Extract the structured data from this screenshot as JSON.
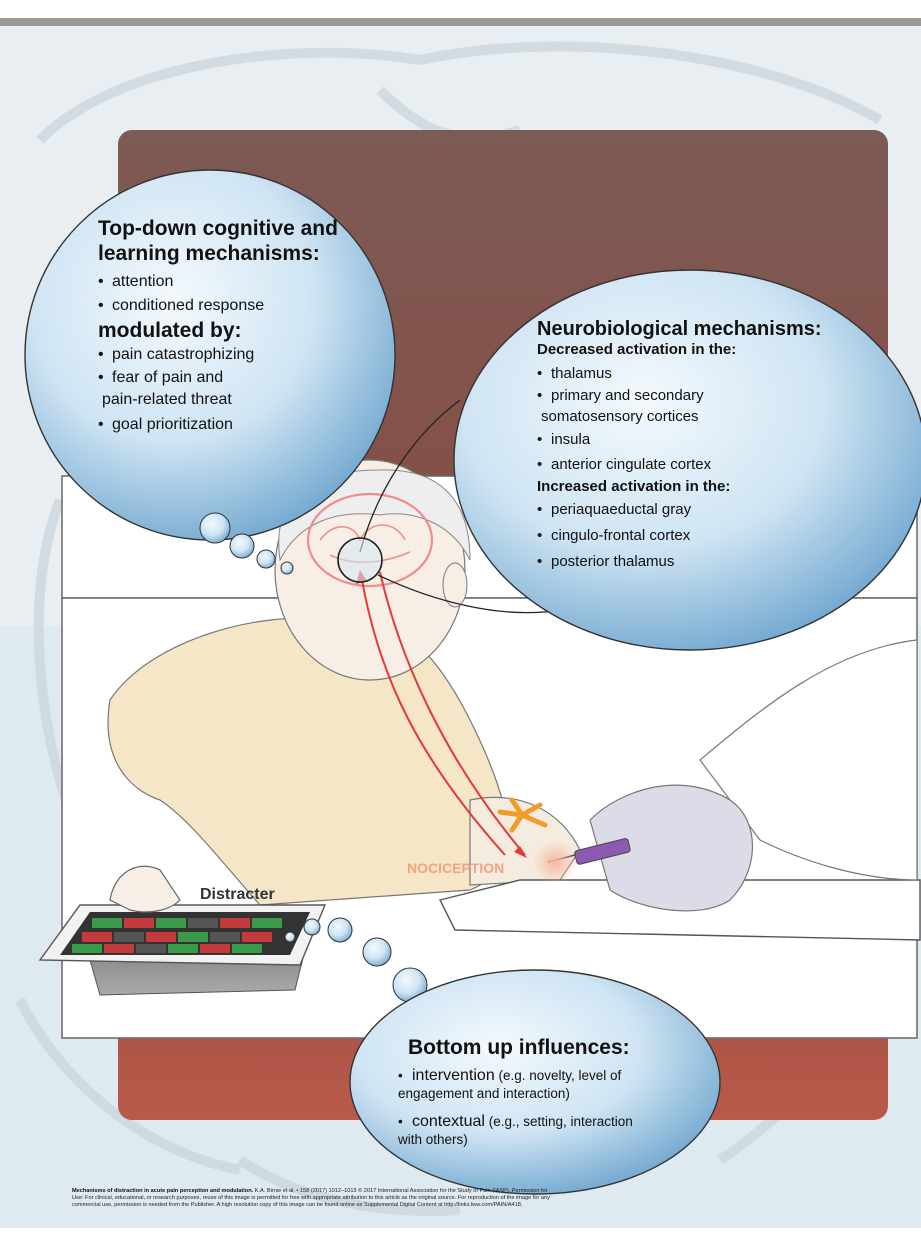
{
  "top_bubble": {
    "title_line1": "Top-down cognitive and",
    "title_line2": "learning mechanisms:",
    "items": [
      "attention",
      "conditioned response"
    ],
    "subtitle": "modulated by:",
    "sub_items": [
      "pain catastrophizing",
      "fear of pain and",
      "pain-related threat",
      "goal prioritization"
    ]
  },
  "neuro_bubble": {
    "title": "Neurobiological mechanisms:",
    "decreased_heading": "Decreased activation in the:",
    "decreased_items": [
      "thalamus",
      "primary and secondary",
      "somatosensory cortices",
      "insula",
      "anterior cingulate cortex"
    ],
    "increased_heading": "Increased activation in the:",
    "increased_items": [
      "periaquaeductal gray",
      "cingulo-frontal cortex",
      "posterior thalamus"
    ]
  },
  "bottom_bubble": {
    "title": "Bottom up influences:",
    "item1_main": "intervention",
    "item1_detail": "(e.g. novelty, level of",
    "item1_line2": "engagement and interaction)",
    "item2_main": "contextual",
    "item2_detail": "(e.g., setting, interaction",
    "item2_line2": "with others)"
  },
  "labels": {
    "distracter": "Distracter",
    "nociception": "NOCICEPTION"
  },
  "caption": {
    "bold": "Mechanisms of distraction in acute pain perception and modulation.",
    "text": "K.A. Birnie et al. • 158 (2017) 1012–1013 © 2017 International Association for the Study of Pain (IASP). Permission for Use: For clinical, educational, or research purposes, reuse of this image is permitted for free with appropriate attribution to this article as the original source. For reproduction of the image for any commercial use, permission is needed from the Publisher. A high resolution copy of this image can be found online as Supplemental Digital Content at http://links.lww.com/PAIN/A418."
  },
  "colors": {
    "panel": "#8a4a40",
    "bubble_light": "#eaf4fb",
    "bubble_dark": "#6fa6cf",
    "nociception": "#f4a37e",
    "arrow": "#e53935"
  }
}
